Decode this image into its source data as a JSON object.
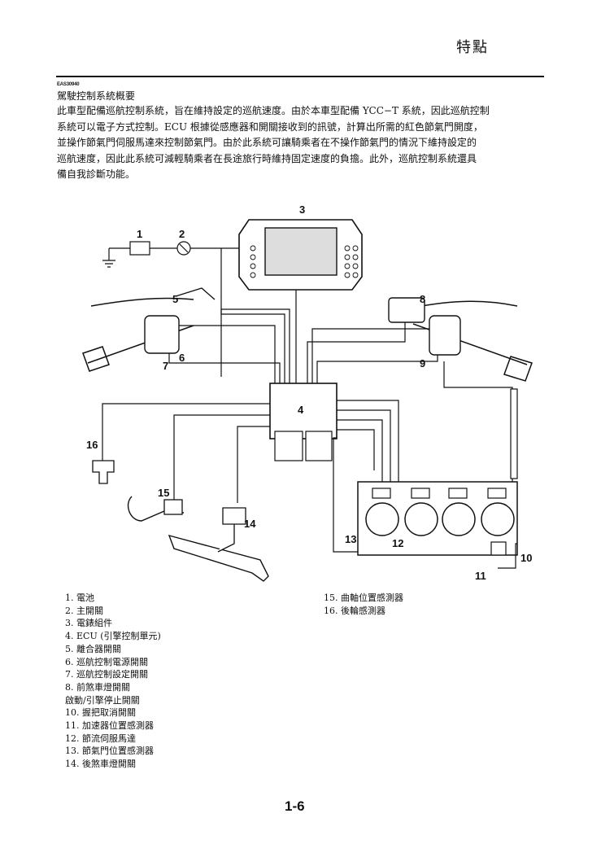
{
  "header": {
    "title": "特點"
  },
  "section": {
    "code": "EAS30940",
    "title": "駕駛控制系統概要",
    "paragraph_lines": [
      "此車型配備巡航控制系統，旨在維持設定的巡航速度。由於本車型配備 YCC−T 系統，因此巡航控制",
      "系統可以電子方式控制。ECU 根據從感應器和開關接收到的訊號，計算出所需的紅色節氣門開度，",
      "並操作節氣門伺服馬達來控制節氣門。由於此系統可讓騎乘者在不操作節氣門的情況下維持設定的",
      "巡航速度，因此此系統可減輕騎乘者在長途旅行時維持固定速度的負擔。此外，巡航控制系統還具",
      "備自我診斷功能。"
    ]
  },
  "diagram": {
    "callouts": [
      "1",
      "2",
      "3",
      "4",
      "5",
      "6",
      "7",
      "8",
      "9",
      "10",
      "11",
      "12",
      "13",
      "14",
      "15",
      "16"
    ]
  },
  "legend": {
    "left": [
      "1. 電池",
      "2. 主開關",
      "3. 電錶組件",
      "4. ECU (引擎控制單元)",
      "5. 離合器開關",
      "6. 巡航控制電源開關",
      "7. 巡航控制設定開關",
      "8. 前煞車燈開關",
      "啟動/引擎停止開關",
      "10. 握把取消開關",
      "11. 加速器位置感測器",
      "12. 節流伺服馬達",
      "13. 節氣門位置感測器",
      "14. 後煞車燈開關"
    ],
    "right": [
      "15. 曲軸位置感測器",
      "16. 後輪感測器"
    ]
  },
  "footer": {
    "page_number": "1-6"
  }
}
